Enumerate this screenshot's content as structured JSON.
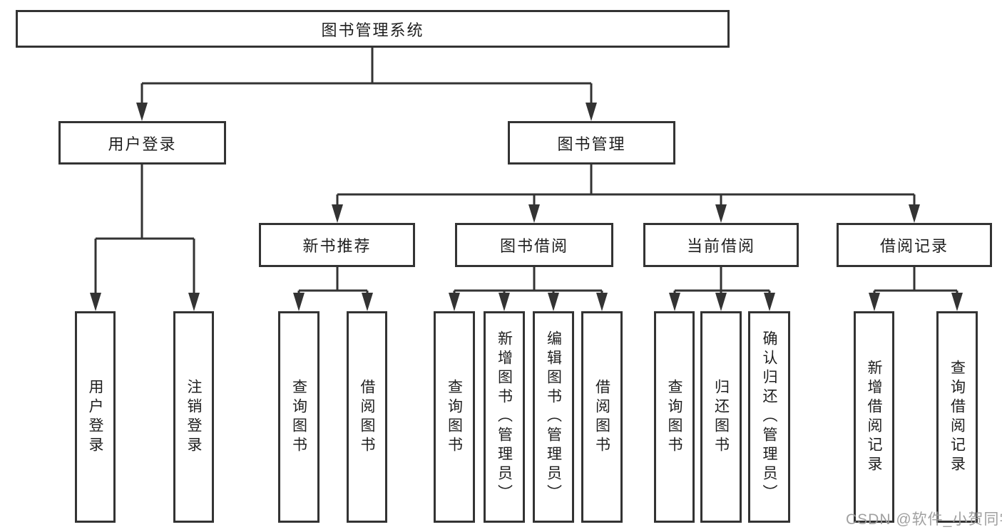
{
  "diagram": {
    "root": {
      "label": "图书管理系统"
    },
    "login": {
      "label": "用户登录",
      "children": [
        {
          "label": "用户登录"
        },
        {
          "label": "注销登录"
        }
      ]
    },
    "management": {
      "label": "图书管理",
      "modules": [
        {
          "label": "新书推荐",
          "children": [
            {
              "label": "查询图书"
            },
            {
              "label": "借阅图书"
            }
          ]
        },
        {
          "label": "图书借阅",
          "children": [
            {
              "label": "查询图书"
            },
            {
              "label": "新增图书（管理员）"
            },
            {
              "label": "编辑图书（管理员）"
            },
            {
              "label": "借阅图书"
            }
          ]
        },
        {
          "label": "当前借阅",
          "children": [
            {
              "label": "查询图书"
            },
            {
              "label": "归还图书"
            },
            {
              "label": "确认归还（管理员）"
            }
          ]
        },
        {
          "label": "借阅记录",
          "children": [
            {
              "label": "新增借阅记录"
            },
            {
              "label": "查询借阅记录"
            }
          ]
        }
      ]
    },
    "watermark": "CSDN @软件_小贺同学",
    "colors": {
      "line": "#333333",
      "text": "#1f1f1f",
      "watermark": "#9b9b9b"
    }
  }
}
